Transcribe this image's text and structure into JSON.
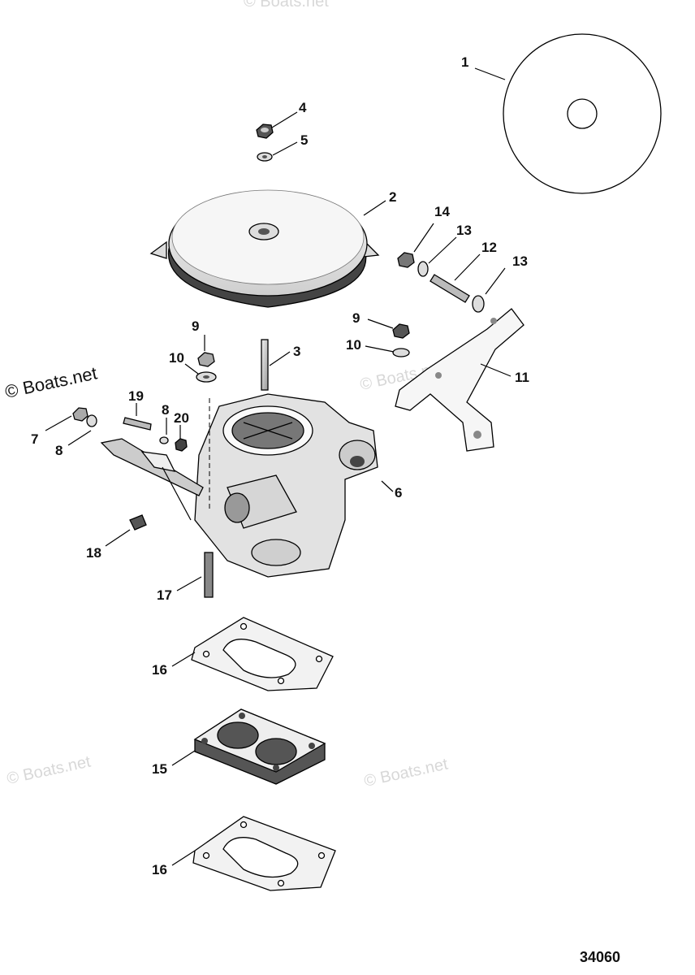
{
  "figure_number": "34060",
  "watermarks": {
    "primary": "© Boats.net",
    "faint": [
      "© Boats.net",
      "© Boats.net",
      "© Boats.net",
      "© Boats.net"
    ]
  },
  "callouts": [
    "1",
    "2",
    "3",
    "4",
    "5",
    "6",
    "7",
    "8",
    "8",
    "9",
    "9",
    "10",
    "10",
    "11",
    "12",
    "13",
    "13",
    "14",
    "15",
    "16",
    "16",
    "17",
    "18",
    "19",
    "20"
  ]
}
